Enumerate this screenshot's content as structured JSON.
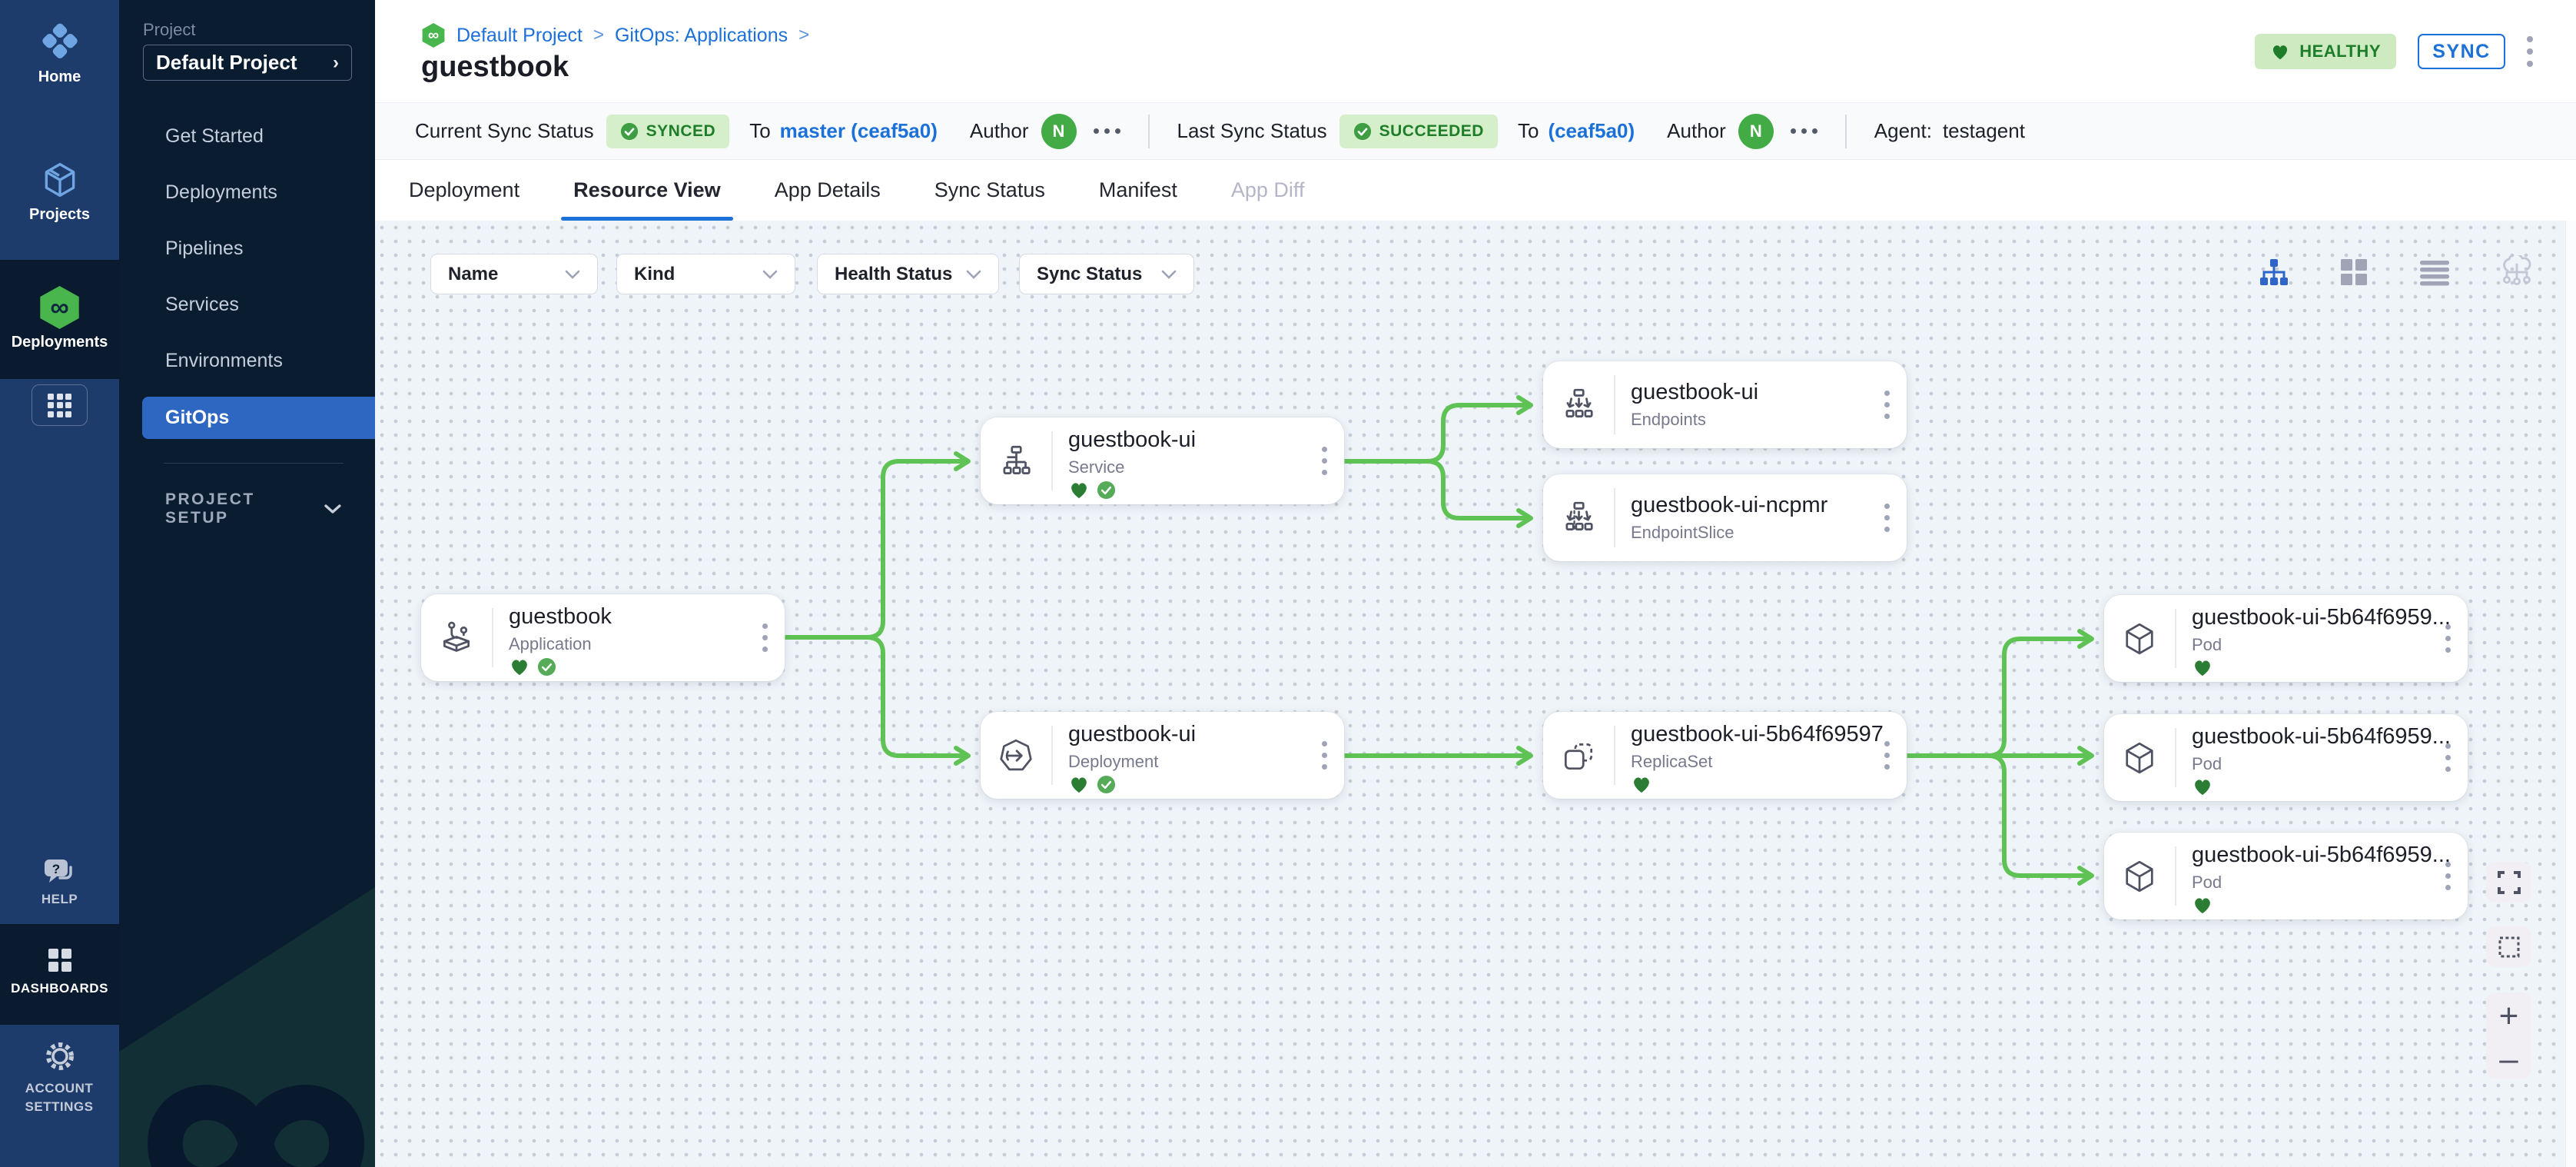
{
  "colors": {
    "rail_blue": "#1d3c6c",
    "rail_dark": "#0a1b2f",
    "subnav_dark": "#0a1c30",
    "active_nav_blue": "#2e67c1",
    "link_blue": "#1c71d8",
    "badge_green_bg": "#d6efcb",
    "badge_green_text": "#1e7e28",
    "avatar_green": "#42ab45",
    "edge_green": "#5fc254",
    "heart_green": "#2a7d32",
    "canvas_bg": "#eff4f8"
  },
  "rail": {
    "modules": [
      {
        "label": "Home",
        "icon": "harness-logo-icon"
      },
      {
        "label": "Projects",
        "icon": "cube-icon"
      },
      {
        "label": "Deployments",
        "icon": "gitops-hexagon-icon"
      }
    ],
    "modules_grid_icon": "all-modules-grid-icon",
    "help_label": "HELP",
    "dashboards_label": "DASHBOARDS",
    "account_settings_label": "ACCOUNT SETTINGS"
  },
  "project_nav": {
    "section_label": "Project",
    "project_selector": "Default Project",
    "items": [
      {
        "label": "Get Started"
      },
      {
        "label": "Deployments"
      },
      {
        "label": "Pipelines"
      },
      {
        "label": "Services"
      },
      {
        "label": "Environments"
      },
      {
        "label": "GitOps",
        "active": true
      }
    ],
    "setup_label": "PROJECT SETUP"
  },
  "header": {
    "breadcrumb": {
      "items": [
        "Default Project",
        "GitOps: Applications"
      ],
      "separator": ">"
    },
    "title": "guestbook",
    "health_badge": "HEALTHY",
    "sync_button": "SYNC"
  },
  "status_bar": {
    "current_sync_label": "Current Sync Status",
    "current_sync_value": "SYNCED",
    "to_label": "To",
    "current_target": "master (ceaf5a0)",
    "author_label": "Author",
    "author_initial": "N",
    "last_sync_label": "Last Sync Status",
    "last_sync_value": "SUCCEEDED",
    "last_target": "(ceaf5a0)",
    "agent_label": "Agent:",
    "agent_name": "testagent"
  },
  "tabs": {
    "items": [
      {
        "label": "Deployment",
        "state": "normal"
      },
      {
        "label": "Resource View",
        "state": "active"
      },
      {
        "label": "App Details",
        "state": "normal"
      },
      {
        "label": "Sync Status",
        "state": "normal"
      },
      {
        "label": "Manifest",
        "state": "normal"
      },
      {
        "label": "App Diff",
        "state": "disabled"
      }
    ]
  },
  "filters": {
    "name": "Name",
    "kind": "Kind",
    "health": "Health Status",
    "sync": "Sync Status"
  },
  "view_modes": [
    "tree-view-icon",
    "grid-view-icon",
    "list-view-icon",
    "cluster-view-icon"
  ],
  "graph": {
    "nodes": [
      {
        "name": "guestbook",
        "kind": "Application",
        "icon": "application-icon",
        "healthy": true,
        "synced": true
      },
      {
        "name": "guestbook-ui",
        "kind": "Service",
        "icon": "service-icon",
        "healthy": true,
        "synced": true
      },
      {
        "name": "guestbook-ui",
        "kind": "Endpoints",
        "icon": "endpoints-icon",
        "healthy": false,
        "synced": false
      },
      {
        "name": "guestbook-ui-ncpmr",
        "kind": "EndpointSlice",
        "icon": "endpointslice-icon",
        "healthy": false,
        "synced": false
      },
      {
        "name": "guestbook-ui",
        "kind": "Deployment",
        "icon": "deployment-icon",
        "healthy": true,
        "synced": true
      },
      {
        "name": "guestbook-ui-5b64f69597",
        "kind": "ReplicaSet",
        "icon": "replicaset-icon",
        "healthy": true,
        "synced": false
      },
      {
        "name": "guestbook-ui-5b64f6959...",
        "kind": "Pod",
        "icon": "pod-icon",
        "healthy": true,
        "synced": false
      },
      {
        "name": "guestbook-ui-5b64f6959...",
        "kind": "Pod",
        "icon": "pod-icon",
        "healthy": true,
        "synced": false
      },
      {
        "name": "guestbook-ui-5b64f6959...",
        "kind": "Pod",
        "icon": "pod-icon",
        "healthy": true,
        "synced": false
      }
    ],
    "edges": [
      {
        "from": "guestbook (Application)",
        "to": "guestbook-ui (Service)"
      },
      {
        "from": "guestbook (Application)",
        "to": "guestbook-ui (Deployment)"
      },
      {
        "from": "guestbook-ui (Service)",
        "to": "guestbook-ui (Endpoints)"
      },
      {
        "from": "guestbook-ui (Service)",
        "to": "guestbook-ui-ncpmr (EndpointSlice)"
      },
      {
        "from": "guestbook-ui (Deployment)",
        "to": "guestbook-ui-5b64f69597 (ReplicaSet)"
      },
      {
        "from": "guestbook-ui-5b64f69597 (ReplicaSet)",
        "to": "guestbook-ui-5b64f6959... (Pod) x3"
      }
    ]
  },
  "zoom_controls": [
    "fullscreen-icon",
    "selection-box-icon",
    "zoom-in-icon",
    "zoom-out-icon"
  ]
}
